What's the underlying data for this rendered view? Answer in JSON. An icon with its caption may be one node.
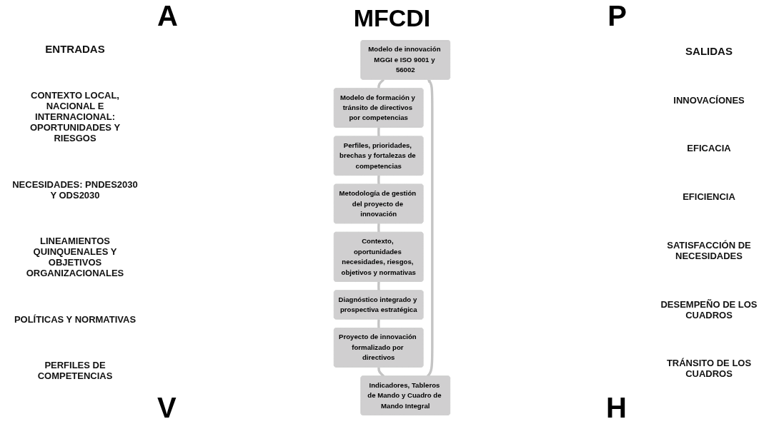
{
  "diagram": {
    "nodes": [
      {
        "text": [
          "Modelo de innovación MGGI e ISO 9001 y 56002"
        ]
      },
      {
        "text": [
          "Modelo de formación y tránsito de directivos por competencias"
        ]
      },
      {
        "text": [
          "Perfiles, prioridades, brechas y fortalezas de competencias"
        ]
      },
      {
        "text": [
          "Metodología de gestión del proyecto de innovación"
        ]
      },
      {
        "text": [
          "Contexto, oportunidades necesidades, riesgos, objetivos y normativas"
        ]
      },
      {
        "text": [
          "Diagnóstico integrado y prospectiva estratégica"
        ]
      },
      {
        "text": [
          "Proyecto de innovación formalizado por directivos"
        ]
      },
      {
        "text": [
          "Indicadores, Tableros de Mando y Cuadro de Mando Integral"
        ]
      }
    ],
    "edges": [
      {
        "from": 0,
        "to": 1,
        "arrow": "none"
      },
      {
        "from": 1,
        "to": 2,
        "arrow": "none"
      },
      {
        "from": 2,
        "to": 3,
        "arrow": "none"
      },
      {
        "from": 3,
        "to": 4,
        "arrow": "none"
      },
      {
        "from": 4,
        "to": 5,
        "arrow": "none"
      },
      {
        "from": 5,
        "to": 6,
        "arrow": "none"
      },
      {
        "from": 6,
        "to": 7,
        "arrow": "none"
      },
      {
        "from": 7,
        "to": 0,
        "arrow": "to"
      }
    ],
    "labels": [
      "ENTRADAS",
      "CONTEXTO LOCAL, NACIONAL E INTERNACIONAL: OPORTUNIDADES Y RIESGOS",
      "NECESIDADES: PNDES2030 Y ODS2030",
      "LINEAMIENTOS QUINQUENALES Y OBJETIVOS ORGANIZACIONALES",
      "POLÍTICAS Y NORMATIVAS",
      "PERFILES DE COMPETENCIAS",
      "A",
      "P",
      "MFCDI",
      "V",
      "H",
      "SALIDAS",
      "INNOVACÍONES",
      "EFICACIA",
      "EFICIENCIA",
      "SATISFACCIÓN DE NECESIDADES",
      "DESEMPEÑO DE LOS CUADROS",
      "TRÁNSITO DE LOS CUADROS"
    ]
  }
}
